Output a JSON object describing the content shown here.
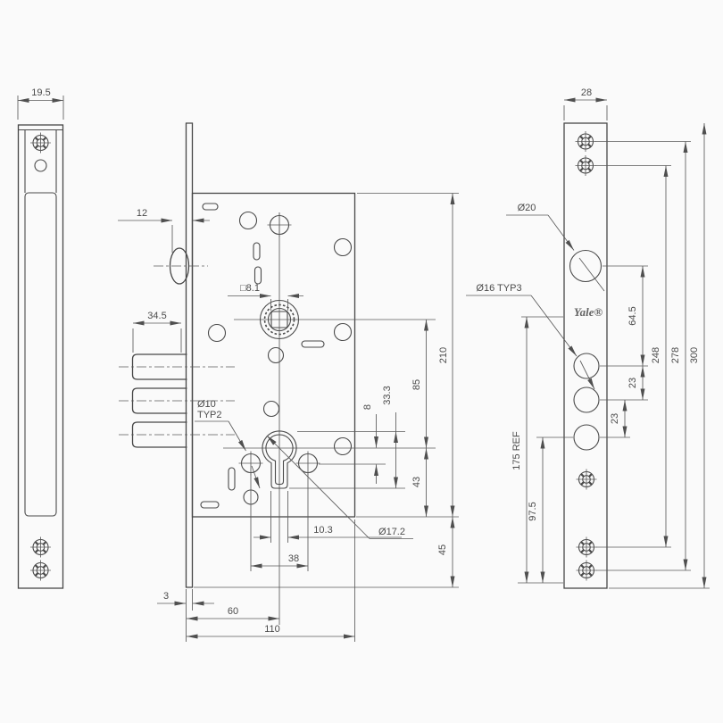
{
  "colors": {
    "background": "#fafafa",
    "line": "#474747",
    "dimension": "#5a5a5a",
    "text": "#4b4b4b"
  },
  "views": {
    "side": {
      "dims": {
        "width": "19.5"
      }
    },
    "case": {
      "dims": {
        "latch_projection": "12",
        "bolt_projection": "34.5",
        "spindle_square": "□8.1",
        "screw_note_line1": "Ø10",
        "screw_note_line2": "TYP2",
        "tail_width": "10.3",
        "cylinder_diameter": "Ø17.2",
        "screw_spacing": "38",
        "plate_thickness": "3",
        "backset": "60",
        "case_depth": "110",
        "screw_offset": "8",
        "profile_height": "33.3",
        "cylinder_to_bottom": "43",
        "spindle_to_cylinder": "85",
        "case_height": "210",
        "bottom_extension": "45"
      }
    },
    "faceplate": {
      "brand": "Yale®",
      "dims": {
        "width": "28",
        "latch_hole": "Ø20",
        "bolt_holes": "Ø16 TYP3",
        "latch_to_bolt": "64.5",
        "bolt_pitch_upper": "23",
        "bolt_pitch_lower": "23",
        "screw_span_inner": "248",
        "screw_span_outer": "278",
        "total_length": "300",
        "bolt_to_bottom": "97.5",
        "handle_height_ref": "175 REF"
      }
    }
  }
}
